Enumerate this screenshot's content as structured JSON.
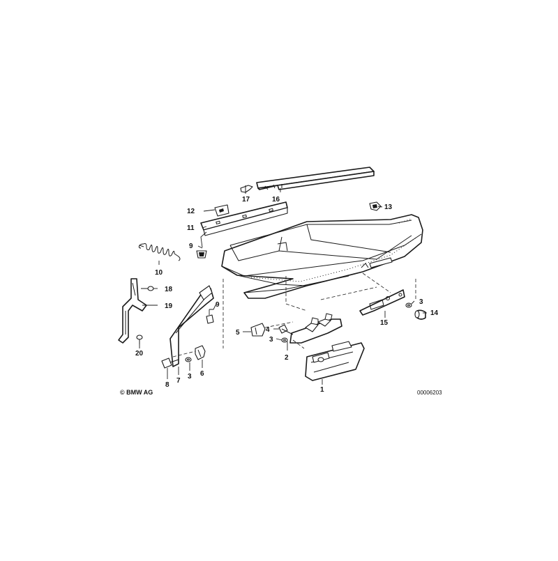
{
  "diagram": {
    "copyright": "© BMW AG",
    "document_number": "00006203",
    "part_labels": {
      "p1": "1",
      "p2": "2",
      "p3a": "3",
      "p3b": "3",
      "p3c": "3",
      "p4": "4",
      "p5": "5",
      "p6": "6",
      "p7": "7",
      "p8": "8",
      "p9a": "9",
      "p9b": "9",
      "p10": "10",
      "p11": "11",
      "p12": "12",
      "p13": "13",
      "p14": "14",
      "p15": "15",
      "p16": "16",
      "p17": "17",
      "p18": "18",
      "p19": "19",
      "p20": "20"
    }
  }
}
